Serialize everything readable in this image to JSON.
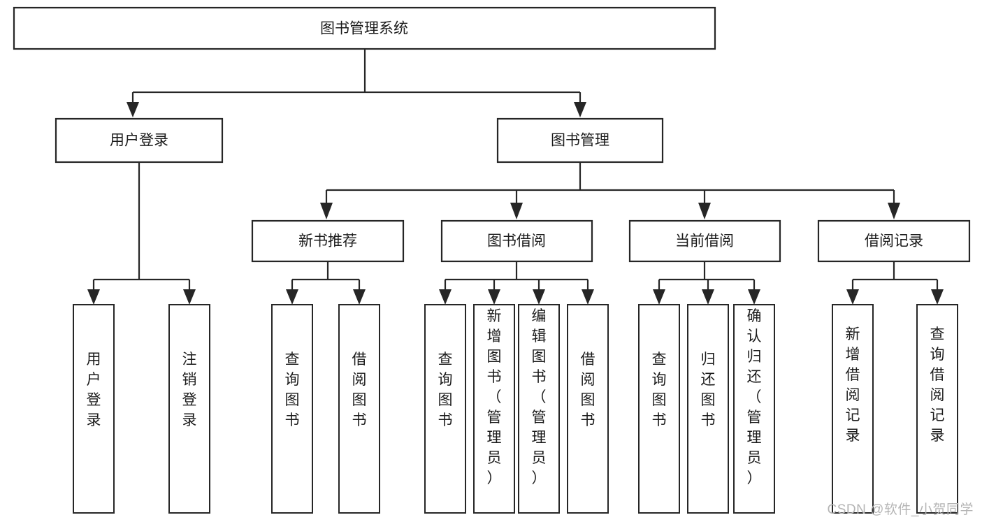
{
  "diagram": {
    "title": "图书管理系统",
    "type": "tree-hierarchy-diagram",
    "orientation": "top-down",
    "colors": {
      "stroke": "#262626",
      "fill": "#ffffff",
      "text": "#1b1b1b",
      "watermark": "#b4b4b4"
    },
    "root": {
      "label": "图书管理系统"
    },
    "level2": [
      {
        "label": "用户登录"
      },
      {
        "label": "图书管理"
      }
    ],
    "level3": [
      {
        "label": "新书推荐"
      },
      {
        "label": "图书借阅"
      },
      {
        "label": "当前借阅"
      },
      {
        "label": "借阅记录"
      }
    ],
    "leaves": {
      "user_login": [
        {
          "label": "用户登录"
        },
        {
          "label": "注销登录"
        }
      ],
      "new_book_recommend": [
        {
          "label": "查询图书"
        },
        {
          "label": "借阅图书"
        }
      ],
      "book_borrow": [
        {
          "label": "查询图书"
        },
        {
          "label": "新增图书（管理员）"
        },
        {
          "label": "编辑图书（管理员）"
        },
        {
          "label": "借阅图书"
        }
      ],
      "current_borrow": [
        {
          "label": "查询图书"
        },
        {
          "label": "归还图书"
        },
        {
          "label": "确认归还（管理员）"
        }
      ],
      "borrow_record": [
        {
          "label": "新增借阅记录"
        },
        {
          "label": "查询借阅记录"
        }
      ]
    },
    "watermark": "CSDN @软件_小贺同学"
  }
}
